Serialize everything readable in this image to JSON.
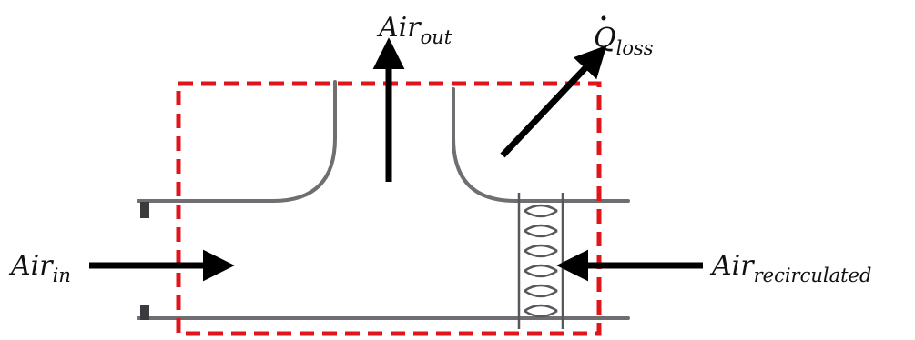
{
  "labels": {
    "air_in": {
      "main": "Air",
      "sub": "in"
    },
    "air_out": {
      "main": "Air",
      "sub": "out"
    },
    "q_loss": {
      "main": "Q",
      "sub": "loss"
    },
    "air_recirculated": {
      "main": "Air",
      "sub": "recirculated"
    }
  },
  "colors": {
    "control_volume": "#e0141b",
    "duct": "#6f6f73",
    "arrow": "#000000",
    "heat_exchanger": "#58585c"
  },
  "icons": {
    "control_volume": "dashed-rectangle",
    "heat_exchanger": "crosshatch-heat-exchanger",
    "flow_arrow": "arrow"
  }
}
